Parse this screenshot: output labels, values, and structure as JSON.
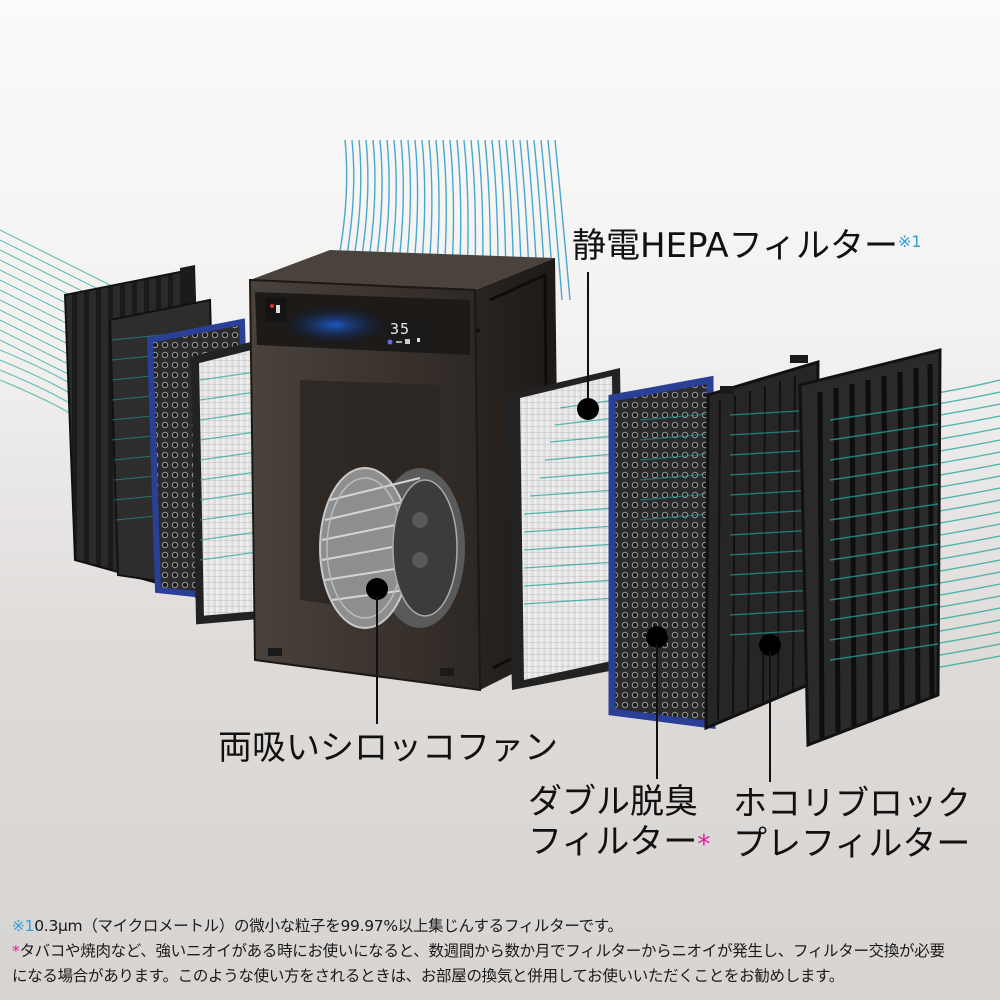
{
  "colors": {
    "airflow": "#1fa59c",
    "airflow_top": "#2a9ac9",
    "footnote_mark_1": "#2f9fd8",
    "footnote_mark_star": "#e5199c",
    "unit_body": "#3a322d",
    "deodorizer_frame": "#2a3f96"
  },
  "display": {
    "reading": "35"
  },
  "labels": {
    "hepa": {
      "text": "静電HEPAフィルター",
      "mark": "※1"
    },
    "fan": {
      "text": "両吸いシロッコファン"
    },
    "deodorizer": {
      "line1": "ダブル脱臭",
      "line2": "フィルター",
      "mark": "*"
    },
    "prefilter": {
      "line1": "ホコリブロック",
      "line2": "プレフィルター"
    }
  },
  "footnotes": {
    "note1": {
      "mark": "※1",
      "text": "0.3μm（マイクロメートル）の微小な粒子を99.97%以上集じんするフィルターです。"
    },
    "note2": {
      "mark": "*",
      "line1": "タバコや焼肉など、強いニオイがある時にお使いになると、数週間から数か月でフィルターからニオイが発生し、フィルター交換が必要",
      "line2": "になる場合があります。このような使い方をされるときは、お部屋の換気と併用してお使いいただくことをお勧めします。"
    }
  },
  "icons": {
    "brand_logo": "plasmacluster-logo-icon",
    "display_icons": [
      "droplet-icon",
      "fan-speed-icon"
    ]
  }
}
